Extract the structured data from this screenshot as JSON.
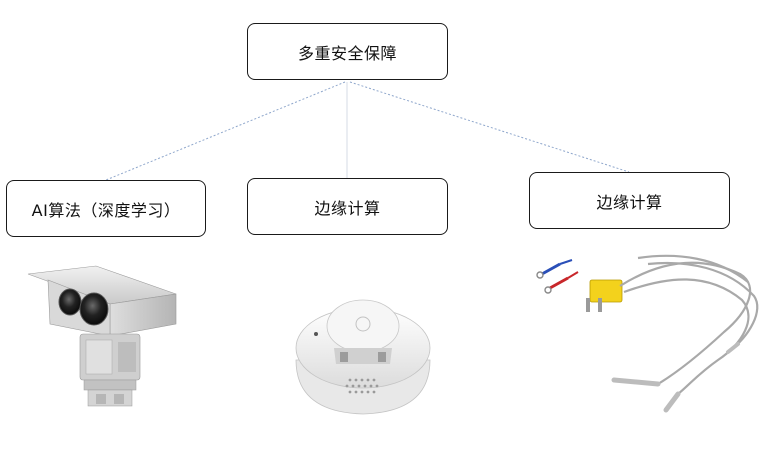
{
  "diagram": {
    "root": {
      "label": "多重安全保障"
    },
    "children": [
      {
        "label": "AI算法（深度学习）",
        "image": "thermal-camera"
      },
      {
        "label": "边缘计算",
        "image": "smoke-detector"
      },
      {
        "label": "边缘计算",
        "image": "thermocouple-sensors"
      }
    ]
  },
  "colors": {
    "connector": "#8fa7cc",
    "border": "#1a1a1a"
  }
}
